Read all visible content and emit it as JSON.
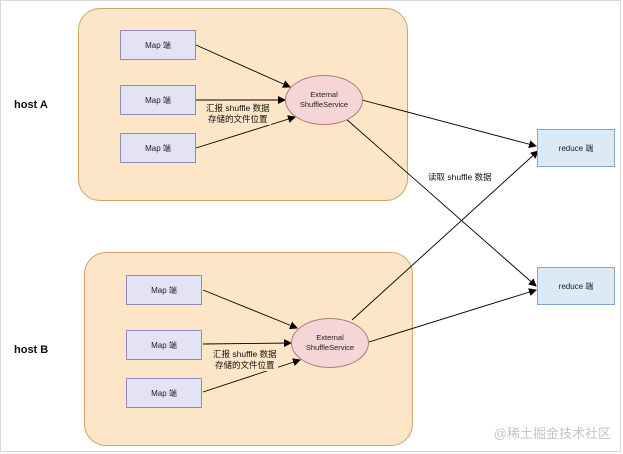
{
  "hosts": [
    {
      "label": "host A",
      "maps": [
        "Map 端",
        "Map 端",
        "Map 端"
      ],
      "service": [
        "External",
        "ShuffleService"
      ],
      "report_label": [
        "汇报 shuffle 数据",
        "存储的文件位置"
      ]
    },
    {
      "label": "host B",
      "maps": [
        "Map 端",
        "Map 端",
        "Map 端"
      ],
      "service": [
        "External",
        "ShuffleService"
      ],
      "report_label": [
        "汇报 shuffle 数据",
        "存储的文件位置"
      ]
    }
  ],
  "reducers": [
    "reduce 端",
    "reduce 端"
  ],
  "read_label": "读取 shuffle 数据",
  "watermark": "@稀土掘金技术社区",
  "colors": {
    "host_fill": "#fde6c8",
    "map_fill": "#e3e3f5",
    "service_fill": "#f5d5d5",
    "reduce_fill": "#dce9f7"
  }
}
